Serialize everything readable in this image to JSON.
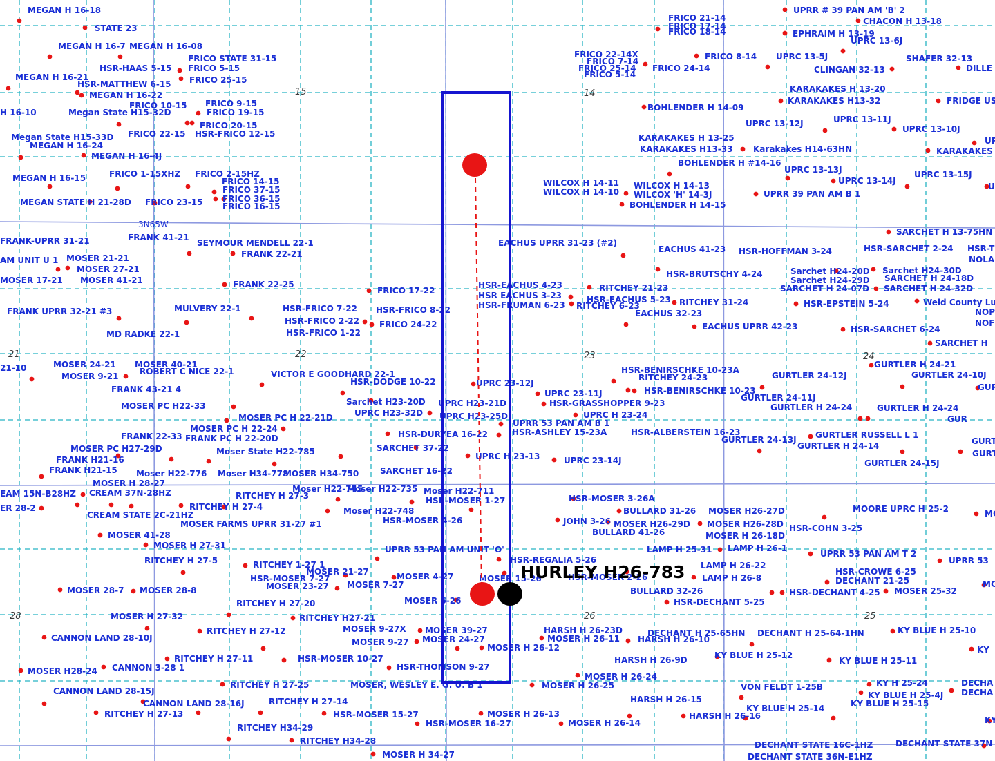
{
  "colors": {
    "grid": "#26b4c4",
    "section": "#8d99e0",
    "label": "#1a2fd6",
    "well": "#e81515",
    "unit": "#1515d0",
    "target": "#000000"
  },
  "township": "3N65W",
  "highlight_label": "HURLEY H26-783",
  "sections": [
    "15",
    "14",
    "21",
    "22",
    "23",
    "24",
    "28",
    "26",
    "25"
  ],
  "wells": [
    "MEGAN H 16-18",
    "STATE 23",
    "MEGAN H 16-7",
    "MEGAN H 16-08",
    "FRICO STATE 31-15",
    "HSR-HAAS 5-15",
    "FRICO 5-15",
    "FRICO 25-15",
    "MEGAN H 16-21",
    "HSR-MATTHEW 6-15",
    "MEGAN H 16-22",
    "H 16-10",
    "FRICO 10-15",
    "FRICO 9-15",
    "FRICO 19-15",
    "Megan State H15-32D",
    "FRICO 20-15",
    "Megan State H15-33D",
    "FRICO 22-15",
    "HSR-FRICO 12-15",
    "MEGAN H 16-24",
    "MEGAN H 16-4J",
    "MEGAN H 16-15",
    "FRICO 1-15XHZ",
    "FRICO 2-15HZ",
    "FRICO 14-15",
    "FRICO 37-15",
    "FRICO 36-15",
    "FRICO 16-15",
    "MEGAN STATE H 21-28D",
    "FRICO 23-15",
    "FRICO 21-14",
    "FRICO 17-14",
    "FRICO 18-14",
    "UPRR # 39 PAN AM 'B' 2",
    "CHACON H 13-18",
    "EPHRAIM H 13-19",
    "UPRC 13-6J",
    "FRICO 22-14X",
    "FRICO 7-14",
    "FRICO 25-14",
    "FRICO 5-14",
    "FRICO 24-14",
    "FRICO 8-14",
    "UPRC 13-5J",
    "SHAFER 32-13",
    "CLINGAN 32-13",
    "DILLE",
    "KARAKAKES H 13-20",
    "KARAKAKES H13-32",
    "FRIDGE US",
    "BOHLENDER H 14-09",
    "UPRC 13-12J",
    "UPRC 13-11J",
    "UPRC 13-10J",
    "UP",
    "KARAKAKES H 13-25",
    "KARAKAKES H13-33",
    "Karakakes H14-63HN",
    "KARAKAKES",
    "BOHLENDER H #14-16",
    "UPRC 13-13J",
    "UPRC 13-14J",
    "UPRC 13-15J",
    "UPRC",
    "WILCOX H 14-11",
    "WILCOX H 14-10",
    "WILCOX H 14-13",
    "WILCOX 'H' 14-3J",
    "UPRR 39 PAN AM B 1",
    "BOHLENDER H 14-15",
    "FRANK-UPRR 31-21",
    "FRANK 41-21",
    "SEYMOUR MENDELL 22-1",
    "AM UNIT U 1",
    "MOSER 21-21",
    "FRANK 22-21",
    "MOSER 27-21",
    "MOSER 17-21",
    "MOSER 41-21",
    "FRANK 22-25",
    "FRICO 17-22",
    "FRANK UPRR 32-21 #3",
    "MULVERY 22-1",
    "HSR-FRICO 7-22",
    "HSR-FRICO 8-22",
    "HSR-FRICO 2-22",
    "FRICO 24-22",
    "MD RADKE 22-1",
    "HSR-FRICO 1-22",
    "EACHUS UPRR 31-23 (#2)",
    "SARCHET H 13-75HN",
    "EACHUS 41-23",
    "HSR-HOFFMAN 3-24",
    "HSR-SARCHET 2-24",
    "HSR-T",
    "NOLA",
    "HSR-BRUTSCHY 4-24",
    "Sarchet H24-20D",
    "Sarchet H24-30D",
    "Sarchet H24-29D",
    "SARCHET H 24-18D",
    "SARCHET H 24-07D",
    "SARCHET H 24-32D",
    "HSR-EACHUS 4-23",
    "RITCHEY 21-23",
    "HSR EACHUS 3-23",
    "HSR-EACHUS 5-23",
    "HSR-FRUMAN 6-23",
    "RITCHEY 6-23",
    "RITCHEY 31-24",
    "HSR-EPSTEIN 5-24",
    "Weld County Lu",
    "EACHUS 32-23",
    "NOP",
    "NOF",
    "EACHUS UPRR 42-23",
    "HSR-SARCHET 6-24",
    "SARCHET H",
    "21-10",
    "MOSER 24-21",
    "MOSER 40-21",
    "ROBERT C NICE 22-1",
    "MOSER 9-21",
    "VICTOR E GOODHARD 22-1",
    "HSR-DODGE 10-22",
    "FRANK 43-21 4",
    "MOSER PC H22-33",
    "Sarchet H23-20D",
    "UPRC H23-32D",
    "MOSER PC H 22-21D",
    "MOSER PC H 22-24",
    "FRANK 22-33",
    "FRANK PC H 22-20D",
    "MOSER PC H27-29D",
    "Moser State H22-785",
    "FRANK H21-16",
    "FRANK H21-15",
    "MOSER H 28-27",
    "Moser H22-776",
    "Moser H34-778",
    "MOSER H34-750",
    "HSR-DURYEA 16-22",
    "SARCHET 37-22",
    "SARCHET 16-22",
    "UPRC 23-12J",
    "UPRC H23-21D",
    "UPRC H23-25D",
    "UPRC 23-11J",
    "HSR-GRASSHOPPER 9-23",
    "UPRC H 23-24",
    "UPRR 53 PAN AM B 1",
    "HSR-ASHLEY 15-23A",
    "HSR-ALBERSTEIN 16-23",
    "UPRC H 23-13",
    "UPRC 23-14J",
    "HSR-BENIRSCHKE 10-23A",
    "RITCHEY 24-23",
    "HSR-BENIRSCHKE 10-23",
    "GURTLER 24-12J",
    "GURTLER H 24-21",
    "GURTLER 24-10J",
    "GURTLER 24-11J",
    "GURTLER H 24-24",
    "GURTLER H 24-24",
    "GURTLER",
    "GUR",
    "GURTLER 24-13J",
    "GURTLER RUSSELL L 1",
    "GURTLER H 24-14",
    "GURT",
    "GURTLER 24-15J",
    "GURT",
    "EAM 15N-B28HZ",
    "CREAM 37N-28HZ",
    "RITCHEY H 27-3",
    "Moser H22-745",
    "Moser H22-735",
    "Moser H22-711",
    "HSR-MOSER 1-27",
    "ER 28-2",
    "RITCHEY H 27-4",
    "CREAM STATE 2C-21HZ",
    "Moser H22-748",
    "HSR-MOSER 4-26",
    "MOSER FARMS UPRR 31-27 #1",
    "MOSER 41-28",
    "MOSER H 27-31",
    "HSR-MOSER 3-26A",
    "BULLARD 31-26",
    "MOSER H26-27D",
    "MOORE UPRC H 25-2",
    "MC",
    "JOHN 3-26",
    "MOSER H26-29D",
    "MOSER H26-28D",
    "HSR-COHN 3-25",
    "BULLARD 41-26",
    "MOSER H 26-18D",
    "UPRR 53 PAN AM UNIT 'O'",
    "LAMP H 25-31",
    "LAMP H 26-1",
    "UPRR 53 PAN AM T 2",
    "UPRR 53",
    "RITCHEY H 27-5",
    "RITCHEY 1-27 1",
    "HSR-REGALIA 5-26",
    "LAMP H 26-22",
    "HSR-CROWE 6-25",
    "HSR-MOSER 7-27",
    "MOSER 21-27",
    "MOSER 4-27",
    "MOSER 15-26",
    "HSR-MOSER 2-26",
    "LAMP H 26-8",
    "DECHANT 21-25",
    "MC",
    "MOSER 23-27",
    "MOSER 7-27",
    "BULLARD 32-26",
    "HSR-DECHANT 4-25",
    "MOSER 25-32",
    "MOSER 28-7",
    "MOSER 28-8",
    "MOSER 6-26",
    "HSR-DECHANT 5-25",
    "RITCHEY H 27-20",
    "MOSER H 27-32",
    "RITCHEY H27-21",
    "MOSER 9-27X",
    "MOSER 39-27",
    "HARSH H 26-23D",
    "DECHANT H 25-65HN",
    "DECHANT H 25-64-1HN",
    "KY BLUE H 25-10",
    "CANNON LAND 28-10J",
    "RITCHEY H 27-12",
    "MOSER 9-27",
    "MOSER 24-27",
    "MOSER H 26-11",
    "HARSH H 26-10",
    "KY",
    "MOSER H 26-12",
    "RITCHEY H 27-11",
    "HSR-MOSER 10-27",
    "HARSH H 26-9D",
    "KY BLUE H 25-12",
    "KY BLUE H 25-11",
    "MOSER H28-24",
    "CANNON 3-28 1",
    "HSR-THOMSON 9-27",
    "MOSER H 26-24",
    "CANNON LAND 28-15J",
    "RITCHEY H 27-25",
    "MOSER, WESLEY E. G. U. B 1",
    "MOSER H 26-25",
    "VON FELDT 1-25B",
    "KY H 25-24",
    "DECHA",
    "KY BLUE H 25-4J",
    "DECHA",
    "CANNON LAND 28-16J",
    "RITCHEY H 27-14",
    "HARSH H 26-15",
    "KY BLUE H 25-14",
    "KY BLUE H 25-15",
    "RITCHEY H 27-13",
    "HSR-MOSER 15-27",
    "MOSER H 26-13",
    "HARSH H 26-16",
    "KY",
    "HSR-MOSER 16-27",
    "MOSER H 26-14",
    "RITCHEY H34-29",
    "RITCHEY H34-28",
    "DECHANT STATE 16C-1HZ",
    "DECHANT STATE 37N",
    "DECHANT STATE 36N-E1HZ",
    "MOSER H 34-27"
  ]
}
